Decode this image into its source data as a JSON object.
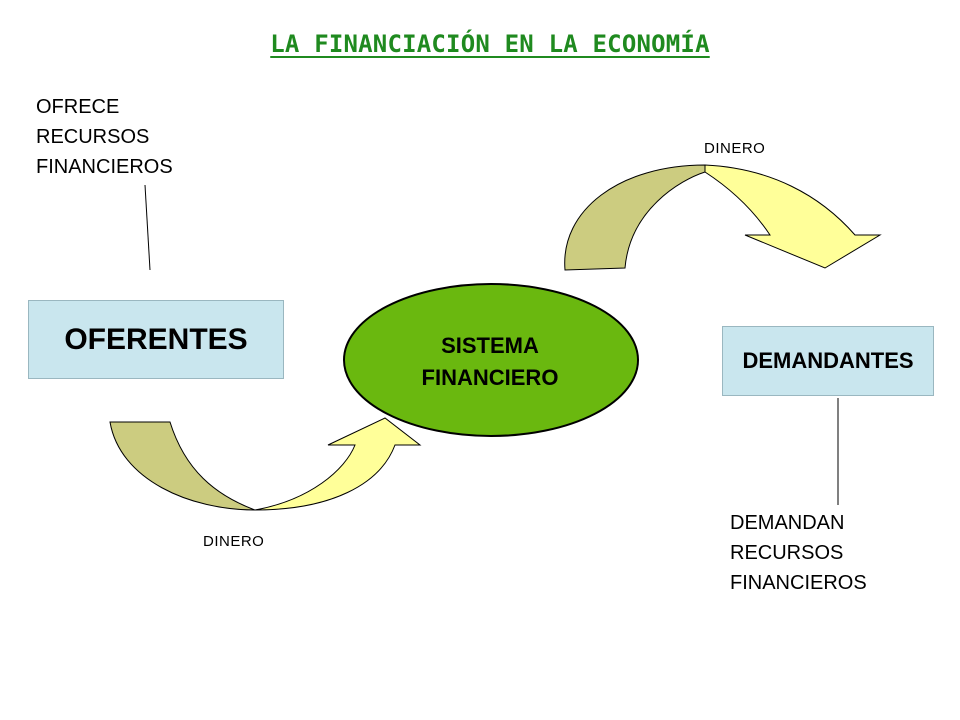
{
  "title": "LA FINANCIACIÓN EN LA ECONOMÍA",
  "oferentes": {
    "label": "OFERENTES",
    "note": [
      "OFRECE",
      "RECURSOS",
      "FINANCIEROS"
    ]
  },
  "sistema": {
    "line1": "SISTEMA",
    "line2": "FINANCIERO"
  },
  "demandantes": {
    "label": "DEMANDANTES",
    "note": [
      "DEMANDAN",
      "RECURSOS",
      "FINANCIEROS"
    ]
  },
  "flows": {
    "top_label": "DINERO",
    "bottom_label": "DINERO"
  },
  "colors": {
    "title": "#1f8a1f",
    "ellipse_fill": "#6ab80f",
    "box_fill": "#c9e6ee",
    "arrow_dark": "#cccc80",
    "arrow_light": "#ffff99"
  }
}
